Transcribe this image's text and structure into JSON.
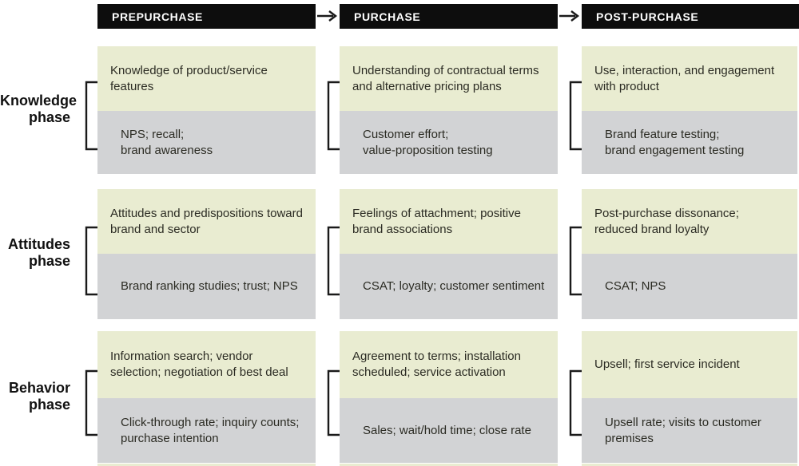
{
  "columns": [
    {
      "header": "PREPURCHASE"
    },
    {
      "header": "PURCHASE"
    },
    {
      "header": "POST-PURCHASE"
    }
  ],
  "rows": [
    {
      "label": "Knowledge\nphase",
      "cells": [
        {
          "description": "Knowledge of product/service\nfeatures",
          "metrics": "NPS; recall;\nbrand awareness"
        },
        {
          "description": "Understanding of contractual terms\nand alternative pricing plans",
          "metrics": "Customer effort;\nvalue-proposition testing"
        },
        {
          "description": "Use, interaction, and engagement\nwith product",
          "metrics": "Brand feature testing;\nbrand engagement testing"
        }
      ]
    },
    {
      "label": "Attitudes\nphase",
      "cells": [
        {
          "description": "Attitudes and predispositions toward\nbrand and sector",
          "metrics": "Brand ranking studies; trust; NPS"
        },
        {
          "description": "Feelings of attachment; positive\nbrand associations",
          "metrics": "CSAT; loyalty; customer sentiment"
        },
        {
          "description": "Post-purchase dissonance;\nreduced brand loyalty",
          "metrics": "CSAT; NPS"
        }
      ]
    },
    {
      "label": "Behavior\nphase",
      "cells": [
        {
          "description": "Information search; vendor\nselection; negotiation of best deal",
          "metrics": "Click-through rate; inquiry counts;\npurchase intention"
        },
        {
          "description": "Agreement to terms; installation\nscheduled; service activation",
          "metrics": "Sales; wait/hold time; close rate"
        },
        {
          "description": "Upsell; first service incident",
          "metrics": "Upsell rate; visits to customer\npremises"
        }
      ]
    }
  ],
  "colors": {
    "header_bg": "#0d0d0d",
    "header_text": "#ffffff",
    "stage_bg": "#e9ecd1",
    "metrics_bg": "#d2d3d5",
    "text": "#2b2b23",
    "arrow": "#1a1a1a"
  }
}
